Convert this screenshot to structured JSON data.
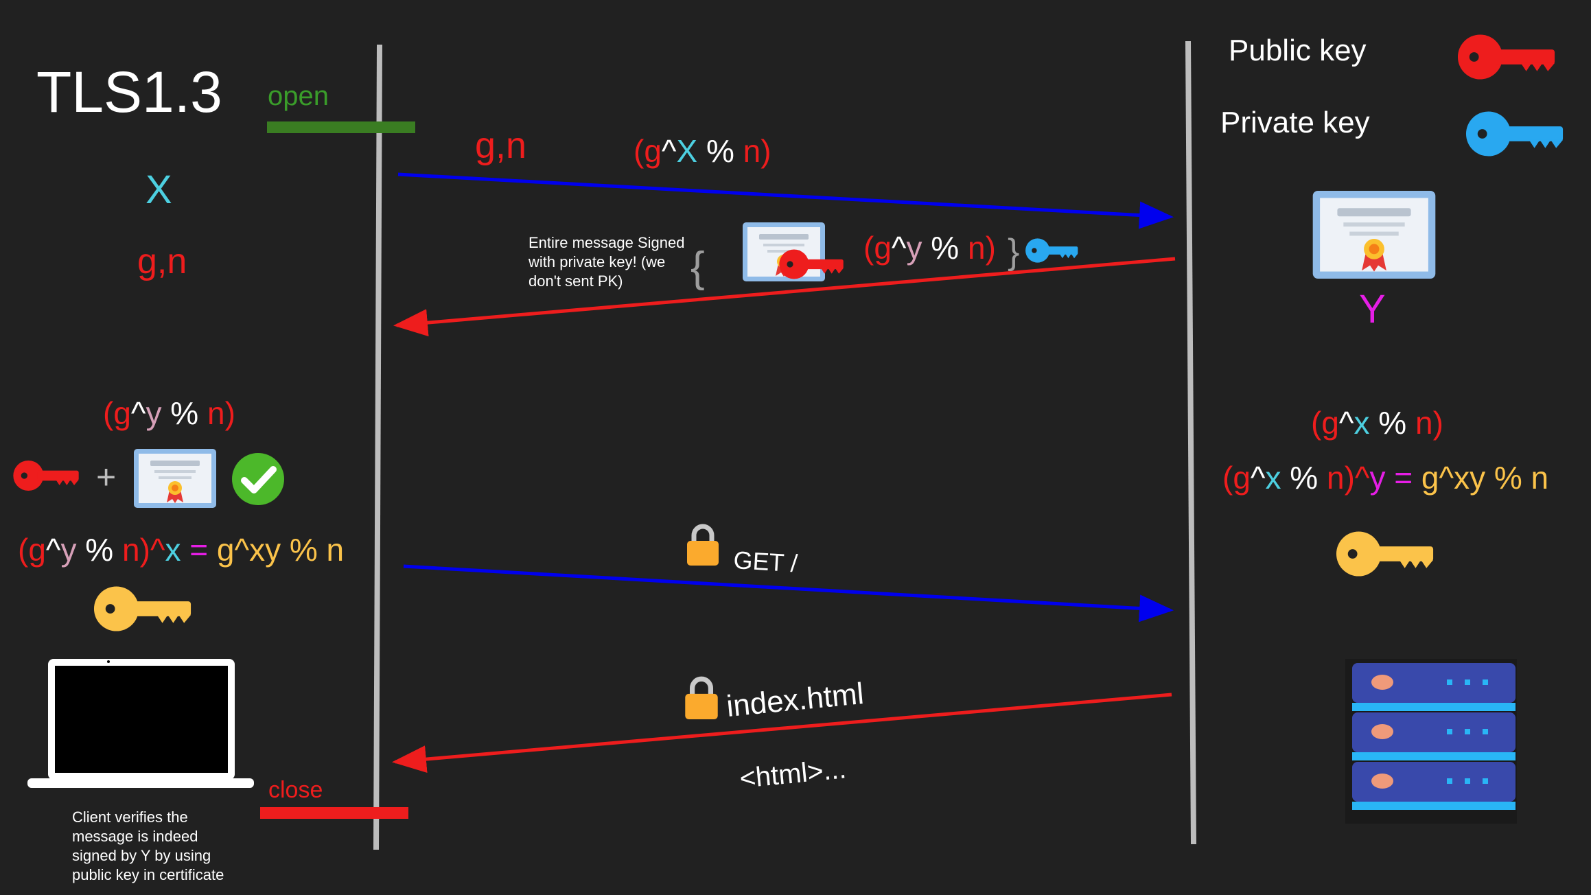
{
  "title": "TLS1.3",
  "legend": {
    "public_key": "Public key",
    "private_key": "Private key"
  },
  "connection": {
    "open": "open",
    "close": "close"
  },
  "client": {
    "secret": "X",
    "params": "g,n",
    "received_parts": [
      "(",
      "g",
      "^",
      "y",
      " % ",
      "n",
      ")"
    ],
    "plus": "+",
    "shared_parts": [
      "(",
      "g",
      "^",
      "y",
      " % ",
      "n",
      ")^",
      "x",
      " = ",
      "g^xy % n"
    ],
    "verify_note": "Client verifies the message is indeed signed by Y by using public key in certificate"
  },
  "server": {
    "secret": "Y",
    "received_parts": [
      "(",
      "g",
      "^",
      "x",
      " % ",
      "n",
      ")"
    ],
    "shared_parts": [
      "(",
      "g",
      "^",
      "x",
      " % ",
      "n",
      ")^",
      "y",
      " = ",
      "g^xy % n"
    ]
  },
  "messages": {
    "m1_params": "g,n",
    "m1_value_parts": [
      "(",
      "g",
      "^",
      "X",
      " % ",
      "n",
      ")"
    ],
    "m2_note": "Entire message Signed with private key! (we don't sent PK)",
    "m2_open_brace": "{",
    "m2_close_brace": "}",
    "m2_value_parts": [
      "(",
      "g",
      "^",
      "y",
      " % ",
      "n",
      ")"
    ],
    "m3": "GET /",
    "m4": "index.html",
    "m4_body": "<html>..."
  },
  "colors": {
    "background": "#212121",
    "red": "#ee1d1d",
    "blue": "#0000ee",
    "cyan": "#4dd0e1",
    "pink": "#d7a0b8",
    "yellow": "#fbc34a",
    "magenta": "#e61ee6",
    "green": "#3a7d22",
    "lifeline": "#bdbdbd",
    "private_key": "#29a8f0",
    "public_key": "#ee1d1d",
    "shared_key": "#fbc34a"
  },
  "icons": [
    "public-key-icon",
    "private-key-icon",
    "certificate-icon",
    "check-icon",
    "lock-icon",
    "shared-key-icon",
    "laptop-icon",
    "server-icon"
  ]
}
